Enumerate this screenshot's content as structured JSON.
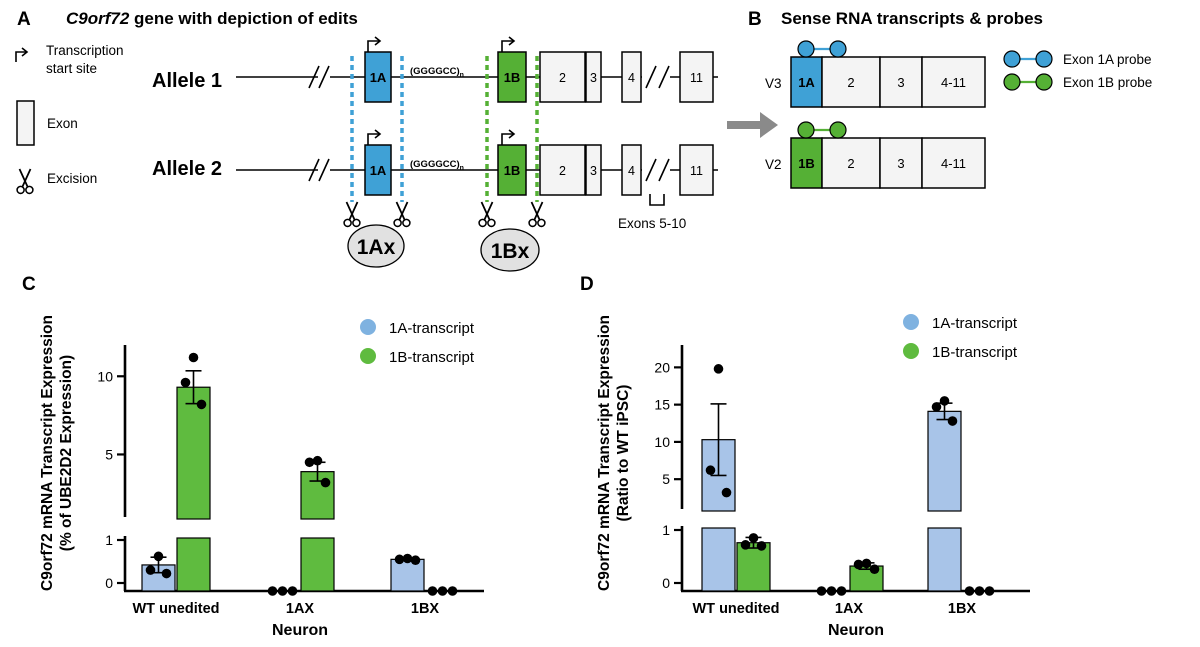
{
  "panel_a": {
    "letter": "A",
    "title_italic": "C9orf72",
    "title_rest": " gene with depiction of edits",
    "legend": {
      "tss": [
        "Transcription",
        "start site"
      ],
      "exon": "Exon",
      "excision": "Excision"
    },
    "alleles": [
      "Allele 1",
      "Allele 2"
    ],
    "exon_labels": [
      "1A",
      "1B",
      "2",
      "3",
      "4",
      "11"
    ],
    "repeat": "(GGGGCC)",
    "repeat_sub": "n",
    "edits": [
      "1Ax",
      "1Bx"
    ],
    "exons_note": "Exons 5-10"
  },
  "panel_b": {
    "letter": "B",
    "title": "Sense RNA transcripts & probes",
    "transcripts": [
      {
        "name": "V3",
        "segments": [
          "1A",
          "2",
          "3",
          "4-11"
        ]
      },
      {
        "name": "V2",
        "segments": [
          "1B",
          "2",
          "3",
          "4-11"
        ]
      }
    ],
    "probes": [
      "Exon 1A probe",
      "Exon 1B probe"
    ]
  },
  "colors": {
    "exon1a": "#3fa1d6",
    "exon1b": "#55b035",
    "bar1a": "#a8c4e8",
    "bar1b": "#5fbb3f",
    "edit_bubble": "#e1e1e1",
    "arrow": "#8a8a8a"
  },
  "chart_data": [
    {
      "type": "bar",
      "panel": "C",
      "categories": [
        "WT unedited",
        "1AX",
        "1BX"
      ],
      "series": [
        {
          "name": "1A-transcript",
          "values": [
            0.42,
            0,
            0.55
          ],
          "error": [
            0.18,
            0,
            0.02
          ],
          "points": [
            [
              0.62,
              0.3,
              0.22
            ],
            [
              0,
              0,
              0
            ],
            [
              0.57,
              0.55,
              0.53
            ]
          ]
        },
        {
          "name": "1B-transcript",
          "values": [
            9.3,
            3.9,
            0
          ],
          "error": [
            1.05,
            0.6,
            0
          ],
          "points": [
            [
              11.2,
              9.6,
              8.2
            ],
            [
              4.6,
              4.5,
              3.2
            ],
            [
              0,
              0,
              0
            ]
          ]
        }
      ],
      "xlabel": "Neuron",
      "ylabel": [
        "C9orf72 mRNA Transcript Expression",
        "(% of UBE2D2 Expression)"
      ],
      "y_axis_break": {
        "lower": [
          0,
          1
        ],
        "upper": [
          1,
          12
        ]
      },
      "yticks": [
        0,
        1,
        5,
        10
      ],
      "legend": "top-right"
    },
    {
      "type": "bar",
      "panel": "D",
      "categories": [
        "WT unedited",
        "1AX",
        "1BX"
      ],
      "series": [
        {
          "name": "1A-transcript",
          "values": [
            10.3,
            0,
            14.1
          ],
          "error": [
            4.8,
            0,
            1.1
          ],
          "points": [
            [
              19.8,
              6.2,
              3.2
            ],
            [
              0,
              0,
              0
            ],
            [
              15.5,
              14.7,
              12.8
            ]
          ]
        },
        {
          "name": "1B-transcript",
          "values": [
            0.76,
            0.32,
            0
          ],
          "error": [
            0.1,
            0.06,
            0
          ],
          "points": [
            [
              0.85,
              0.72,
              0.7
            ],
            [
              0.37,
              0.35,
              0.26
            ],
            [
              0,
              0,
              0
            ]
          ]
        }
      ],
      "xlabel": "Neuron",
      "ylabel": [
        "C9orf72 mRNA Transcript Expression",
        "(Ratio to WT iPSC)"
      ],
      "y_axis_break": {
        "lower": [
          0,
          1
        ],
        "upper": [
          1,
          23
        ]
      },
      "yticks": [
        0,
        1,
        5,
        10,
        15,
        20
      ],
      "legend": "top-right"
    }
  ],
  "panel_letters": [
    "C",
    "D"
  ]
}
